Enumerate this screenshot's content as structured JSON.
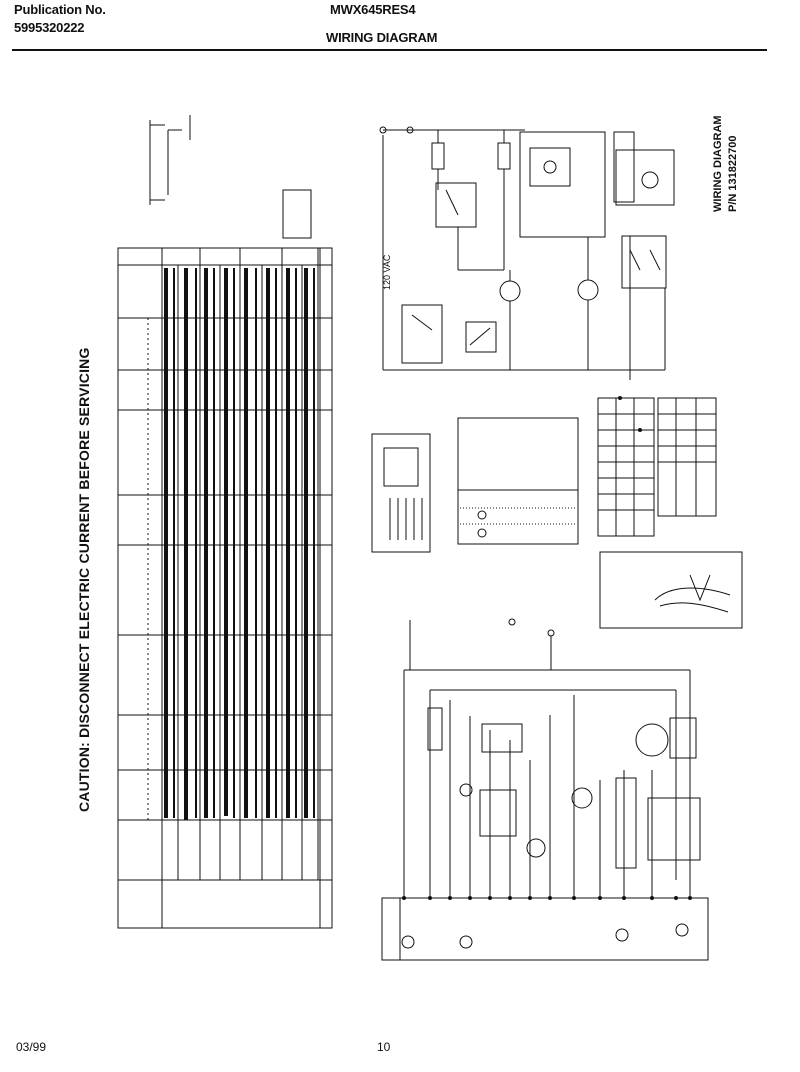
{
  "header": {
    "publication_label": "Publication No.",
    "publication_number": "5995320222",
    "model": "MWX645RES4",
    "title": "WIRING DIAGRAM"
  },
  "caution": "CAUTION: DISCONNECT ELECTRIC CURRENT BEFORE SERVICING",
  "diagram": {
    "title": "WIRING DIAGRAM",
    "part_number": "P/N 131822700",
    "supply_voltage": "120 VAC"
  },
  "footer": {
    "date": "03/99",
    "page": "10"
  }
}
